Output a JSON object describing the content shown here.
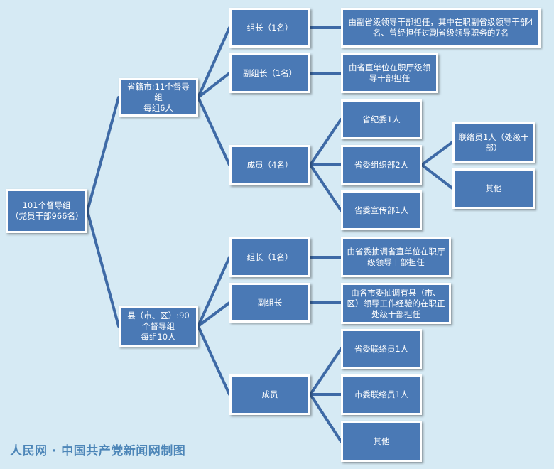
{
  "diagram": {
    "colors": {
      "node_fill": "#4a79b5",
      "node_border": "#ffffff",
      "connector": "#3e6aa6",
      "background": "#d6eaf4",
      "footer_text": "#4d86b8"
    },
    "nodes": {
      "root": "101个督导组\n（党员干部966名）",
      "province": "省籍市:11个督导组\n每组6人",
      "county": "县（市、区）:90个督导组\n每组10人",
      "prov_leader": "组长（1名）",
      "prov_deputy": "副组长（1名）",
      "prov_members": "成员（4名）",
      "prov_leader_desc": "由副省级领导干部担任，其中在职副省级领导干部4名、曾经担任过副省级领导职务的7名",
      "prov_deputy_desc": "由省直单位在职厅级领导干部担任",
      "prov_member_1": "省纪委1人",
      "prov_member_2": "省委组织部2人",
      "prov_member_3": "省委宣传部1人",
      "org_liaison": "联络员1人（处级干部）",
      "org_other": "其他",
      "county_leader": "组长（1名）",
      "county_deputy": "副组长",
      "county_members": "成员",
      "county_leader_desc": "由省委抽调省直单位在职厅级领导干部担任",
      "county_deputy_desc": "由各市委抽调有县（市、区）领导工作经验的在职正处级干部担任",
      "county_member_1": "省委联络员1人",
      "county_member_2": "市委联络员1人",
      "county_member_3": "其他"
    },
    "footer": "人民网 · 中国共产党新闻网制图"
  }
}
